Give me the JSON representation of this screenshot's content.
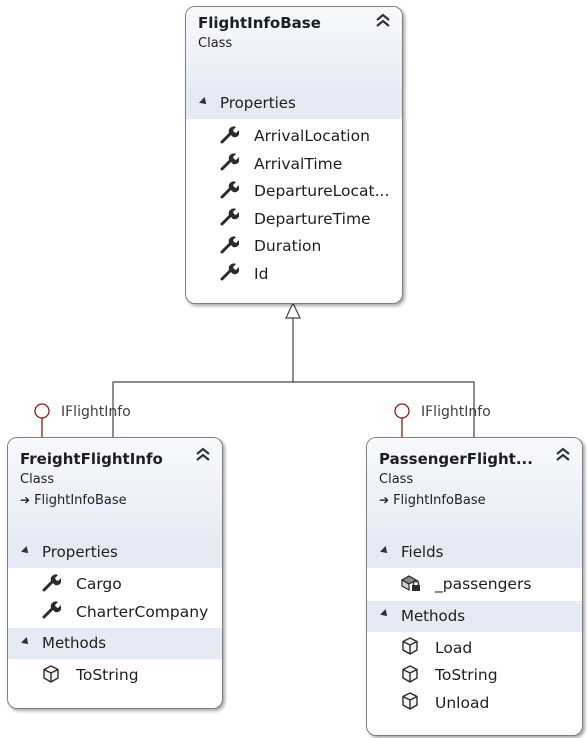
{
  "classes": {
    "base": {
      "name": "FlightInfoBase",
      "kind": "Class",
      "compartments": [
        {
          "title": "Properties",
          "members": [
            "ArrivalLocation",
            "ArrivalTime",
            "DepartureLocat...",
            "DepartureTime",
            "Duration",
            "Id"
          ]
        }
      ]
    },
    "freight": {
      "name": "FreightFlightInfo",
      "kind": "Class",
      "base": "FlightInfoBase",
      "interface": "IFlightInfo",
      "compartments": [
        {
          "title": "Properties",
          "members": [
            "Cargo",
            "CharterCompany"
          ]
        },
        {
          "title": "Methods",
          "members": [
            "ToString"
          ]
        }
      ]
    },
    "passenger": {
      "name": "PassengerFlight...",
      "kind": "Class",
      "base": "FlightInfoBase",
      "interface": "IFlightInfo",
      "compartments": [
        {
          "title": "Fields",
          "members": [
            "_passengers"
          ]
        },
        {
          "title": "Methods",
          "members": [
            "Load",
            "ToString",
            "Unload"
          ]
        }
      ]
    }
  }
}
